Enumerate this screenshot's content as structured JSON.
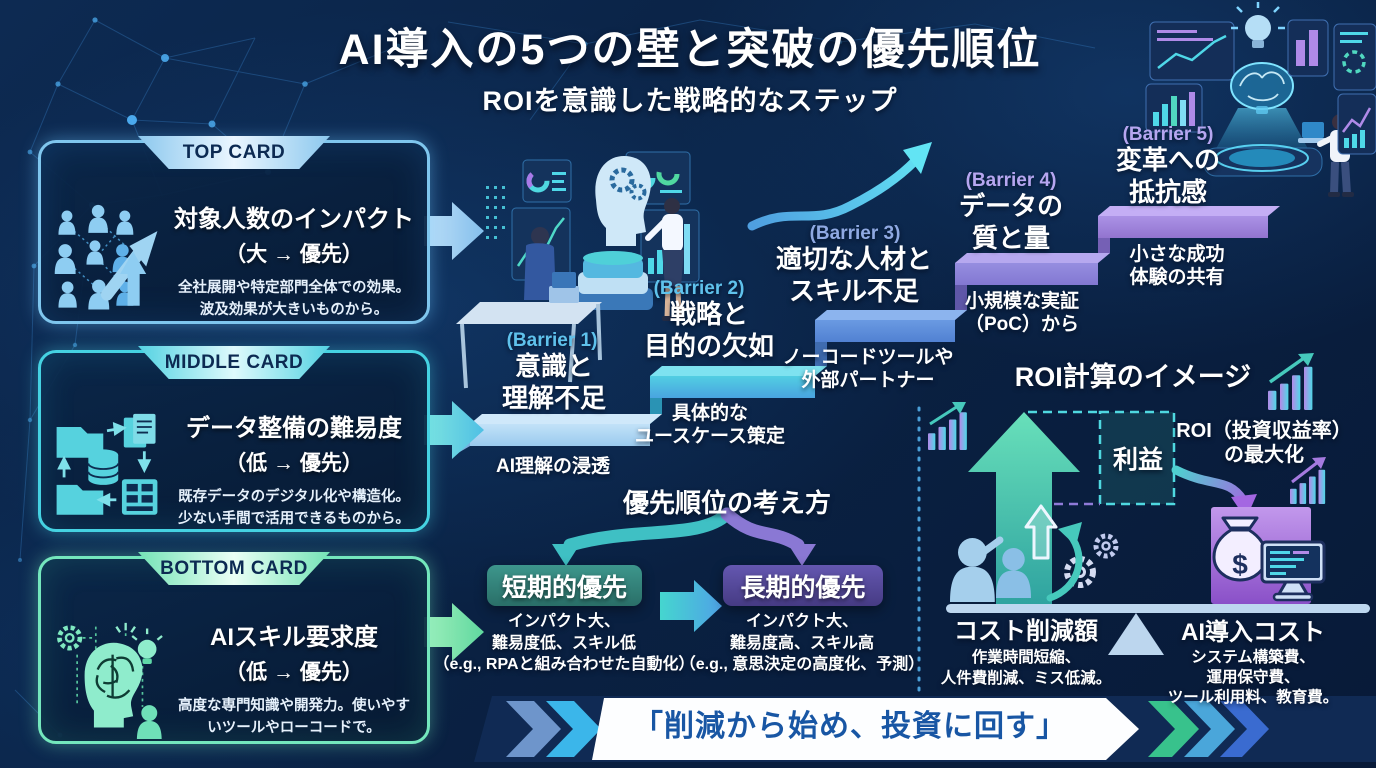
{
  "title": "AI導入の5つの壁と突破の優先順位",
  "subtitle": "ROIを意識した戦略的なステップ",
  "cards": [
    {
      "tab": "TOP CARD",
      "title": "対象人数のインパクト",
      "rule": "（大 → 優先）",
      "desc": "全社展開や特定部門全体での効果。波及効果が大きいものから。"
    },
    {
      "tab": "MIDDLE CARD",
      "title": "データ整備の難易度",
      "rule": "（低 → 優先）",
      "desc": "既存データのデジタル化や構造化。少ない手間で活用できるものから。"
    },
    {
      "tab": "BOTTOM CARD",
      "title": "AIスキル要求度",
      "rule": "（低 → 優先）",
      "desc": "高度な専門知識や開発力。使いやすいツールやローコードで。"
    }
  ],
  "barriers": [
    {
      "label": "(Barrier 1)",
      "name": "意識と\n理解不足",
      "solution": "AI理解の浸透"
    },
    {
      "label": "(Barrier 2)",
      "name": "戦略と\n目的の欠如",
      "solution": "具体的な\nユースケース策定"
    },
    {
      "label": "(Barrier 3)",
      "name": "適切な人材と\nスキル不足",
      "solution": "ノーコードツールや\n外部パートナー"
    },
    {
      "label": "(Barrier 4)",
      "name": "データの\n質と量",
      "solution": "小規模な実証\n（PoC）から"
    },
    {
      "label": "(Barrier 5)",
      "name": "変革への\n抵抗感",
      "solution": "小さな成功\n体験の共有"
    }
  ],
  "priority": {
    "title": "優先順位の考え方",
    "short_term": {
      "label": "短期的優先",
      "desc": "インパクト大、\n難易度低、スキル低\n（e.g., RPAと組み合わせた自動化）"
    },
    "long_term": {
      "label": "長期的優先",
      "desc": "インパクト大、\n難易度高、スキル高\n（e.g., 意思決定の高度化、予測）"
    }
  },
  "roi": {
    "title": "ROI計算のイメージ",
    "profit_label": "利益",
    "maximize_label": "ROI（投資収益率）\nの最大化",
    "cost_reduction": {
      "label": "コスト削減額",
      "desc": "作業時間短縮、\n人件費削減、ミス低減。"
    },
    "ai_cost": {
      "label": "AI導入コスト",
      "desc": "システム構築費、\n運用保守費、\nツール利用料、教育費。"
    }
  },
  "banner": {
    "text": "「削減から始め、投資に回す」"
  },
  "icons": [
    "people-network-icon",
    "growth-arrow-icon",
    "folder-icon",
    "database-icon",
    "document-icon",
    "server-icon",
    "brain-head-icon",
    "gear-icon",
    "lightbulb-icon",
    "bar-chart-icon",
    "money-bag-icon",
    "monitor-icon",
    "balance-scale-icon",
    "staircase-graphic",
    "ai-hologram-illustration"
  ],
  "colors": {
    "background": "#0a2244",
    "accent_cyan": "#3fc8e8",
    "accent_teal": "#3fd0b8",
    "accent_green": "#5fe0a8",
    "accent_purple": "#9a74dc",
    "banner_text": "#1856a4",
    "card_top_accent": "#7fc6ee",
    "card_middle_accent": "#45d2e2",
    "card_bottom_accent": "#74e7bd",
    "step_colors": [
      "#a9d6f2",
      "#45c6dc",
      "#5d90dc",
      "#8e85da",
      "#a089de"
    ],
    "short_term_box": "#2f837b",
    "long_term_box": "#564a9e"
  }
}
